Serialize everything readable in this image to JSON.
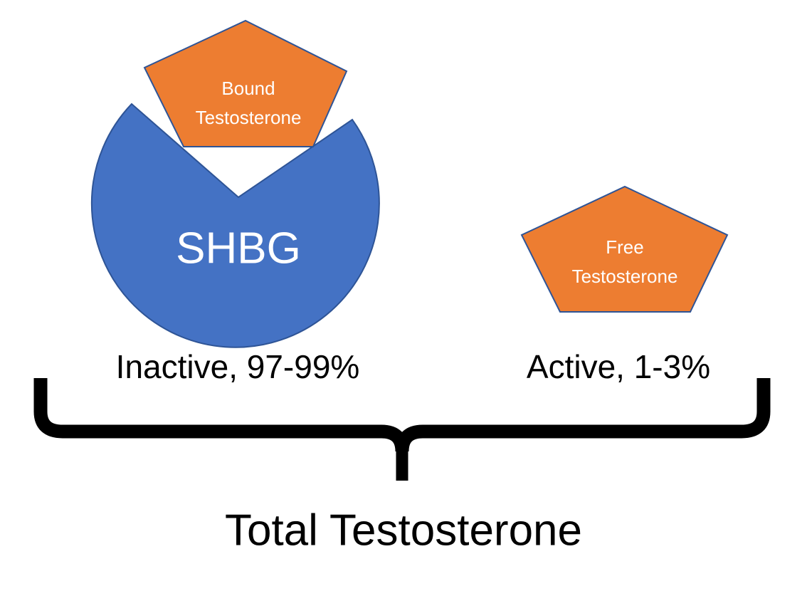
{
  "diagram": {
    "title": "Total Testosterone",
    "colors": {
      "orange_fill": "#ED7D31",
      "blue_fill": "#4472C4",
      "shape_stroke": "#2E5496",
      "brace_color": "#000000",
      "shape_text": "#FFFFFF",
      "caption_text": "#000000",
      "background": "#FFFFFF"
    },
    "shapes": {
      "bound_testosterone": {
        "label_line1": "Bound",
        "label_line2": "Testosterone",
        "icon": "pentagon-shape"
      },
      "shbg": {
        "label": "SHBG",
        "icon": "notched-circle-shape"
      },
      "free_testosterone": {
        "label_line1": "Free",
        "label_line2": "Testosterone",
        "icon": "pentagon-shape"
      }
    },
    "captions": {
      "left": "Inactive, 97-99%",
      "right": "Active, 1-3%"
    },
    "brace": {
      "icon": "curly-brace-down-icon"
    }
  }
}
